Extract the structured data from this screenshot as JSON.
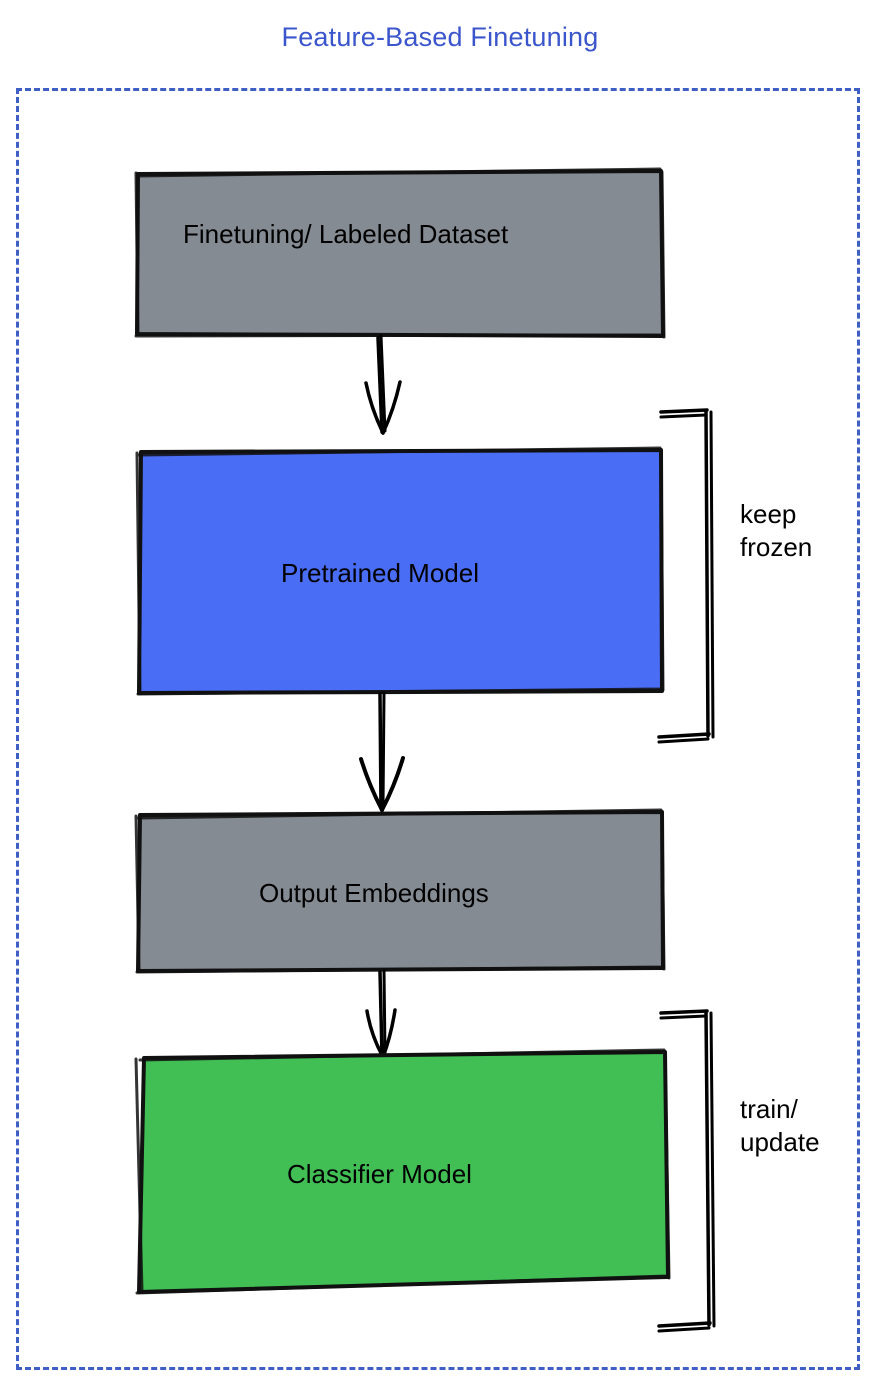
{
  "title": "Feature-Based Finetuning",
  "colors": {
    "title": "#3b55cc",
    "frame_border": "#3f5fc4",
    "dataset_fill": "#858b93",
    "pretrained_fill": "#4a6df5",
    "embeddings_fill": "#858b93",
    "classifier_fill": "#41bf55",
    "stroke": "#000000",
    "background": "#ffffff"
  },
  "nodes": [
    {
      "id": "dataset",
      "label": "Finetuning/ Labeled Dataset",
      "fill": "#858b93"
    },
    {
      "id": "pretrained",
      "label": "Pretrained Model",
      "fill": "#4a6df5"
    },
    {
      "id": "embeddings",
      "label": "Output Embeddings",
      "fill": "#858b93"
    },
    {
      "id": "classifier",
      "label": "Classifier Model",
      "fill": "#41bf55"
    }
  ],
  "edges": [
    {
      "from": "dataset",
      "to": "pretrained"
    },
    {
      "from": "pretrained",
      "to": "embeddings"
    },
    {
      "from": "embeddings",
      "to": "classifier"
    }
  ],
  "annotations": [
    {
      "id": "keep-frozen",
      "label": "keep\nfrozen",
      "target": "pretrained"
    },
    {
      "id": "train-update",
      "label": "train/\nupdate",
      "target": "classifier"
    }
  ]
}
